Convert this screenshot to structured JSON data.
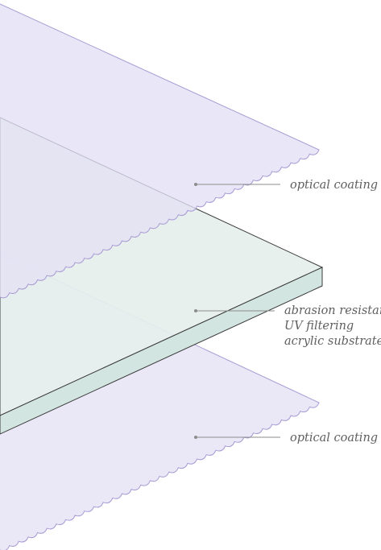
{
  "layers": [
    {
      "id": "top-coating",
      "label_lines": [
        "optical coating"
      ]
    },
    {
      "id": "substrate",
      "label_lines": [
        "abrasion resistant",
        "UV filtering",
        "acrylic substrate"
      ]
    },
    {
      "id": "bottom-coating",
      "label_lines": [
        "optical coating"
      ]
    }
  ],
  "colors": {
    "coating_fill": "#e8e6f6",
    "coating_stroke": "#a99bd4",
    "substrate_top": "#e5efeb",
    "substrate_edge": "#d3e5e1",
    "substrate_stroke": "#3a3a3a",
    "leader": "#8c8c8c",
    "label": "#5f5f5f"
  }
}
